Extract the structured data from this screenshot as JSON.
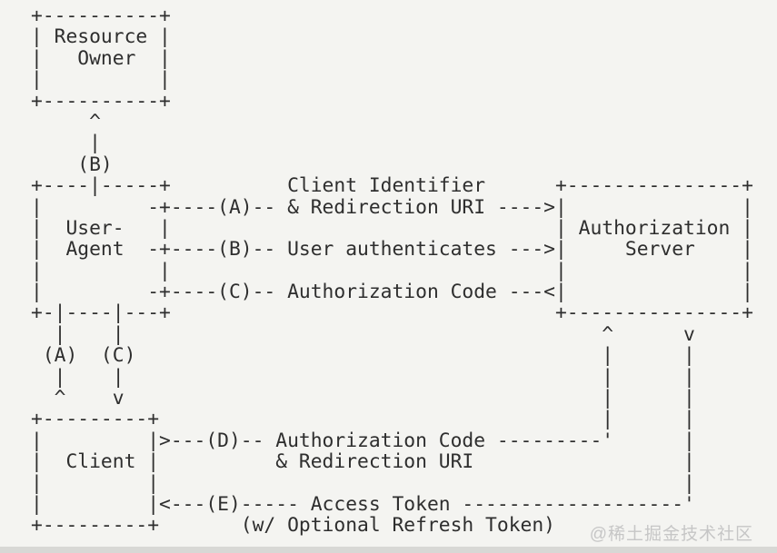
{
  "colors": {
    "background": "#f4f4f1",
    "text": "#2e2e2e",
    "watermark": "#c6c6c6",
    "bottom_strip": "#d8d8d5"
  },
  "diagram": {
    "entities": [
      "Resource Owner",
      "User-Agent",
      "Authorization Server",
      "Client"
    ],
    "steps": {
      "A": "Client Identifier & Redirection URI",
      "B": "User authenticates",
      "C": "Authorization Code",
      "D": "Authorization Code & Redirection URI",
      "E": "Access Token (w/ Optional Refresh Token)"
    },
    "lines": [
      "+----------+",
      "| Resource |",
      "|   Owner  |",
      "|          |",
      "+----------+",
      "     ^",
      "     |",
      "    (B)",
      "+----|-----+          Client Identifier      +---------------+",
      "|         -+----(A)-- & Redirection URI ---->|               |",
      "|  User-   |                                 | Authorization |",
      "|  Agent  -+----(B)-- User authenticates --->|     Server    |",
      "|          |                                 |               |",
      "|         -+----(C)-- Authorization Code ---<|               |",
      "+-|----|---+                                 +---------------+",
      "  |    |                                         ^      v",
      " (A)  (C)                                        |      |",
      "  |    |                                         |      |",
      "  ^    v                                         |      |",
      "+---------+                                      |      |",
      "|         |>---(D)-- Authorization Code ---------'      |",
      "|  Client |          & Redirection URI                  |",
      "|         |                                             |",
      "|         |<---(E)----- Access Token -------------------'",
      "+---------+       (w/ Optional Refresh Token)"
    ]
  },
  "watermark": {
    "text": "@稀土掘金技术社区"
  }
}
